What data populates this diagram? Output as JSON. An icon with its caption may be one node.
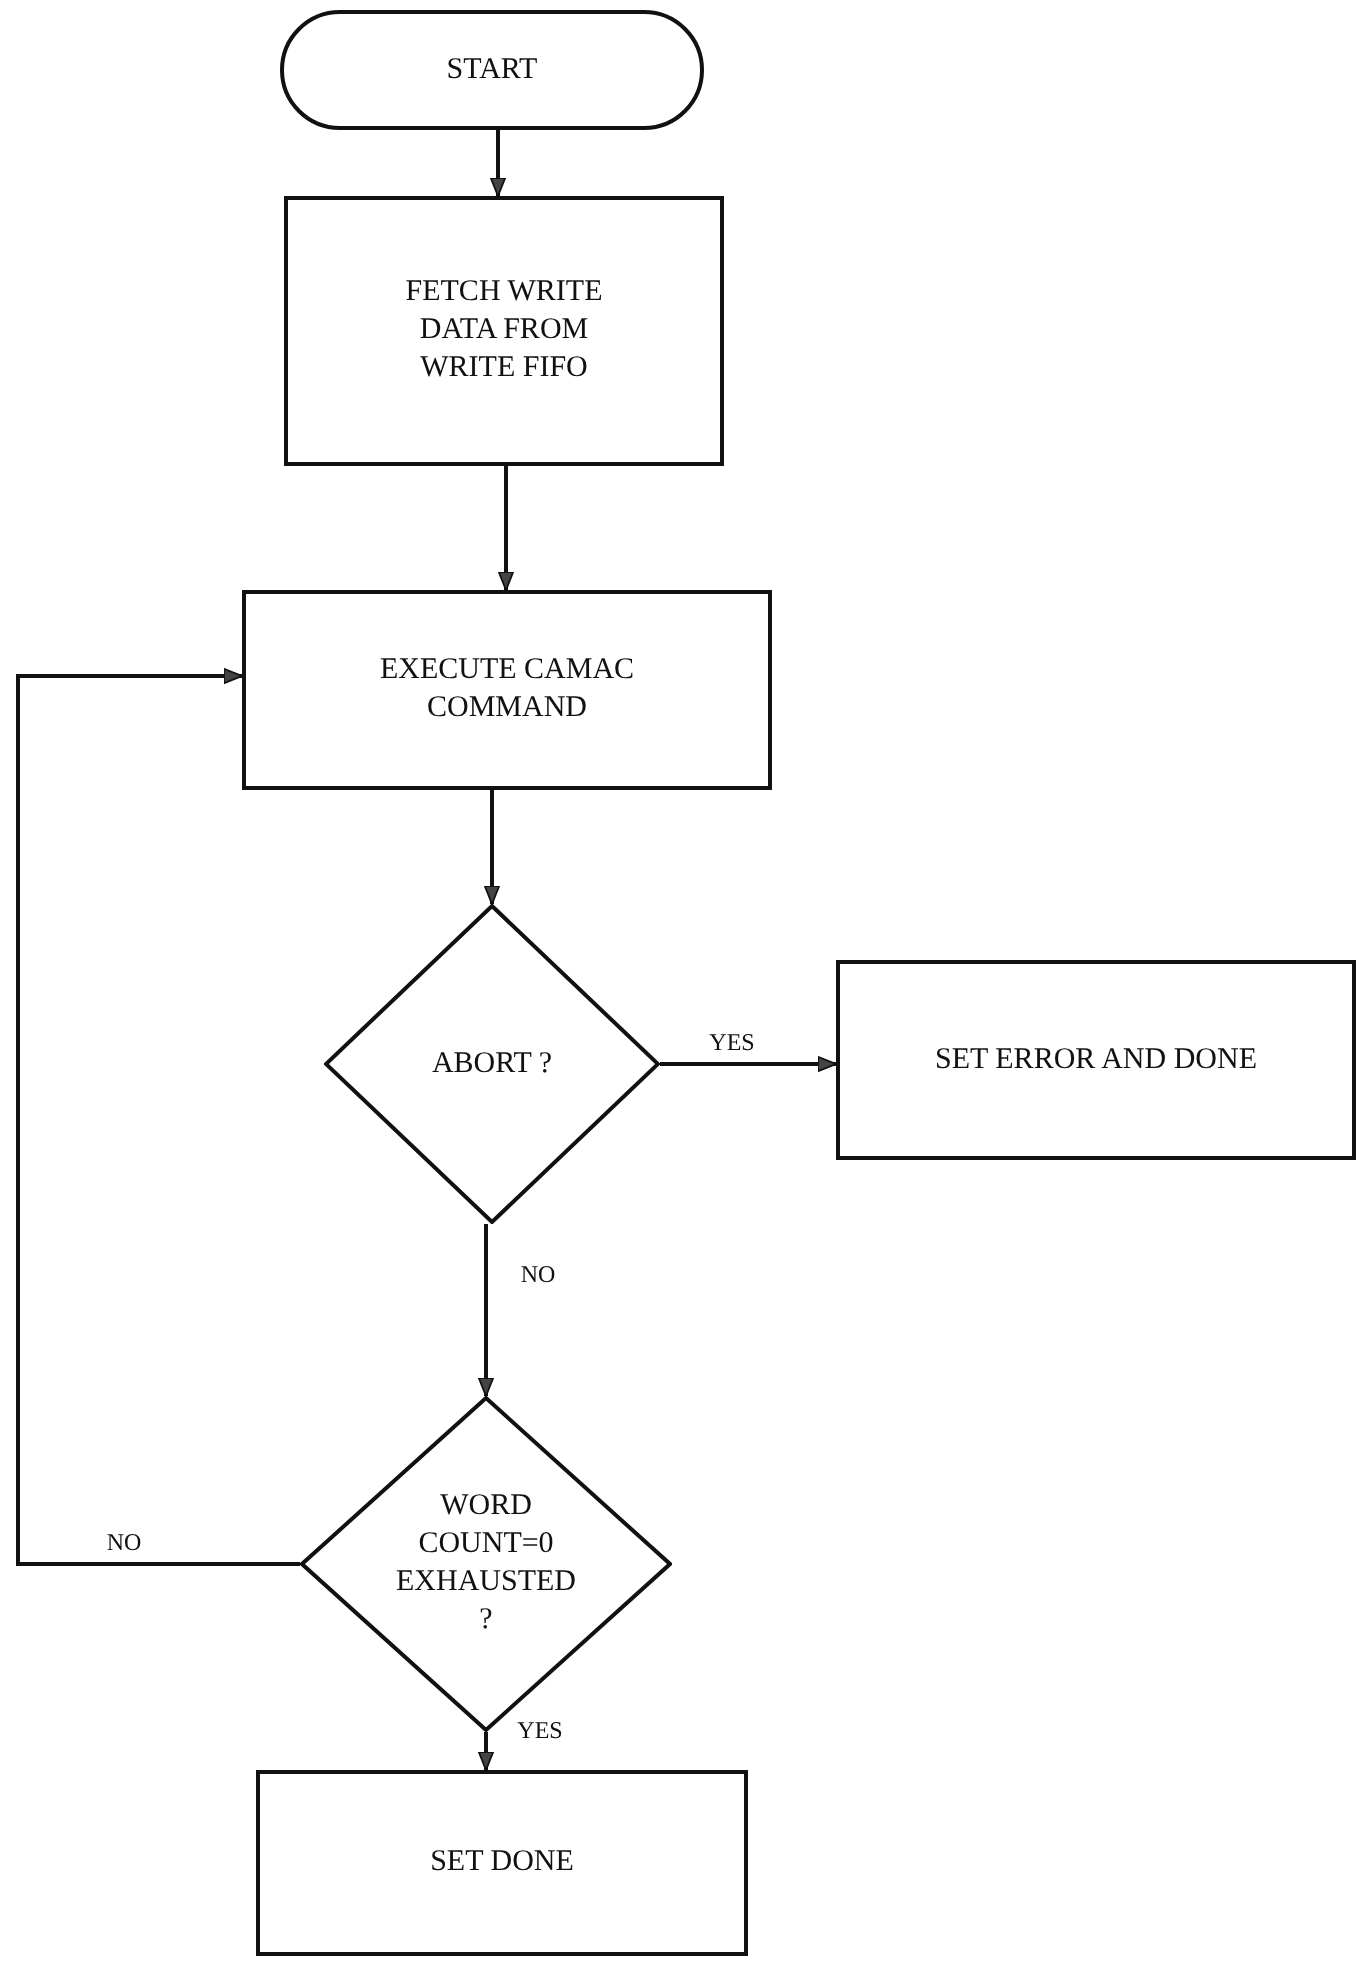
{
  "diagram": {
    "nodes": [
      {
        "text": [
          "START"
        ]
      },
      {
        "text": [
          "FETCH WRITE DATA FROM WRITE FIFO"
        ]
      },
      {
        "text": [
          "EXECUTE CAMAC COMMAND"
        ]
      },
      {
        "text": [
          "ABORT ?"
        ]
      },
      {
        "text": [
          "SET ERROR AND DONE"
        ]
      },
      {
        "text": [
          "WORD COUNT=0 EXHAUSTED ?"
        ]
      },
      {
        "text": [
          "SET DONE"
        ]
      }
    ],
    "edges": [
      {
        "from": 0,
        "to": 1,
        "arrow": "to"
      },
      {
        "from": 1,
        "to": 2,
        "arrow": "to"
      },
      {
        "from": 2,
        "to": 3,
        "arrow": "to"
      },
      {
        "from": 3,
        "to": 4,
        "arrow": "to",
        "label": "YES"
      },
      {
        "from": 3,
        "to": 5,
        "arrow": "to",
        "label": "NO"
      },
      {
        "from": 5,
        "to": 2,
        "arrow": "to",
        "label": "NO"
      },
      {
        "from": 5,
        "to": 6,
        "arrow": "to",
        "label": "YES"
      }
    ]
  }
}
